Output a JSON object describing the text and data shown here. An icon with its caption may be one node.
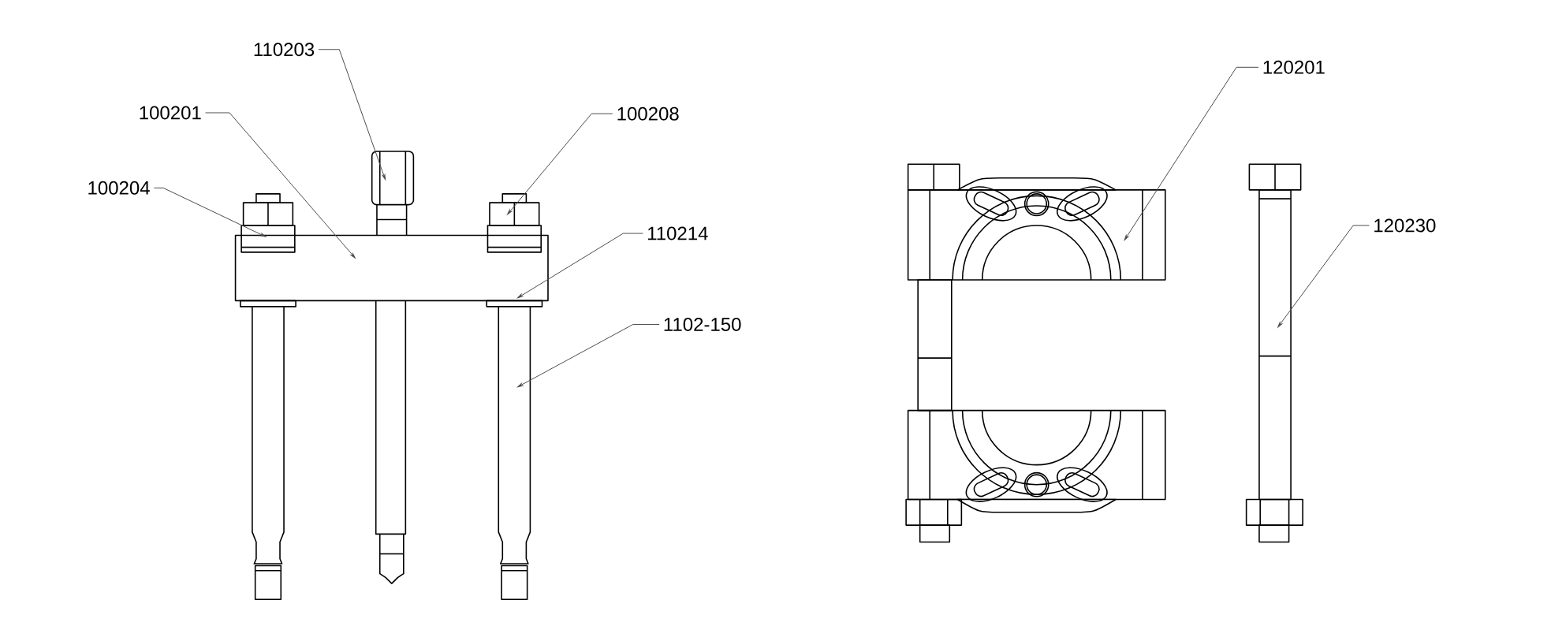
{
  "diagram": {
    "nodes": [
      {
        "text": [
          "110203"
        ]
      },
      {
        "text": [
          "100201"
        ]
      },
      {
        "text": [
          "100204"
        ]
      },
      {
        "text": [
          "100208"
        ]
      },
      {
        "text": [
          "110214"
        ]
      },
      {
        "text": [
          "1102-150"
        ]
      },
      {
        "text": [
          "120201"
        ]
      },
      {
        "text": [
          "120230"
        ]
      }
    ],
    "edges": [
      {
        "from": 0,
        "to": null,
        "arrow": "to"
      },
      {
        "from": 1,
        "to": null,
        "arrow": "to"
      },
      {
        "from": 2,
        "to": null,
        "arrow": "to"
      },
      {
        "from": 3,
        "to": null,
        "arrow": "to"
      },
      {
        "from": 4,
        "to": null,
        "arrow": "to"
      },
      {
        "from": 5,
        "to": null,
        "arrow": "to"
      },
      {
        "from": 6,
        "to": null,
        "arrow": "to"
      },
      {
        "from": 7,
        "to": null,
        "arrow": "to"
      }
    ]
  }
}
